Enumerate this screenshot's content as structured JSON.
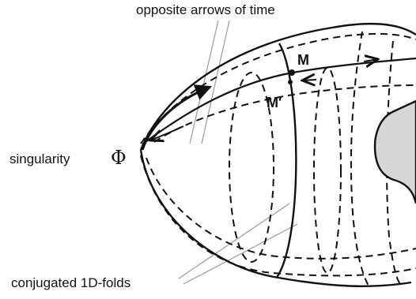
{
  "diagram": {
    "labels": {
      "top": "opposite arrows of time",
      "singularity": "singularity",
      "phi": "Φ",
      "point_m": "M",
      "point_m_prime": "M′",
      "bottom": "conjugated 1D-folds"
    },
    "colors": {
      "stroke": "#111111",
      "leader_line": "#9a9a9a",
      "cutout_fill": "#d6d6d6",
      "background": "#ffffff"
    }
  }
}
